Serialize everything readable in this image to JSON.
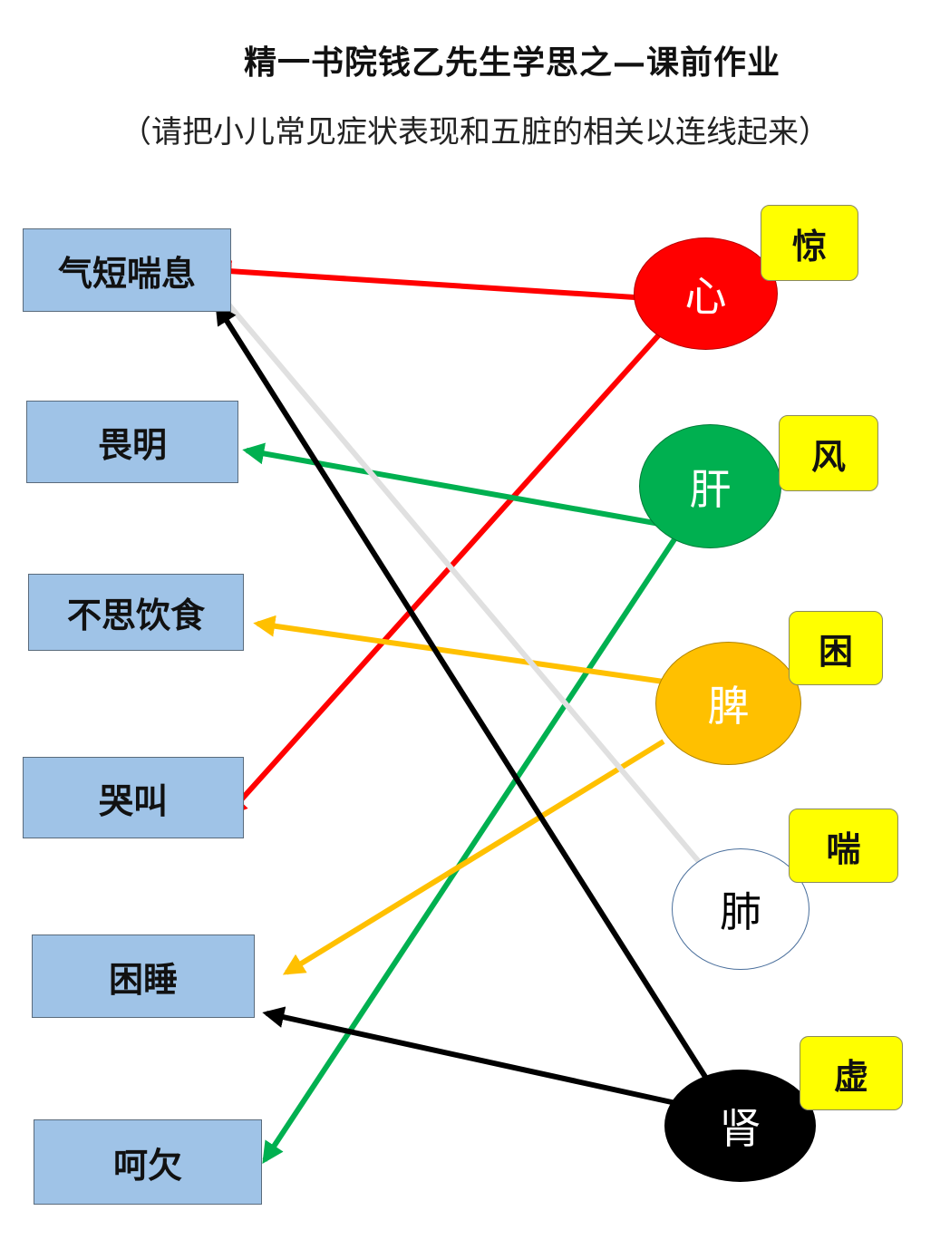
{
  "header": {
    "title": "精一书院钱乙先生学思之—课前作业",
    "subtitle": "（请把小儿常见症状表现和五脏的相关以连线起来）"
  },
  "symptoms": [
    {
      "label": "气短喘息"
    },
    {
      "label": "畏明"
    },
    {
      "label": "不思饮食"
    },
    {
      "label": "哭叫"
    },
    {
      "label": "困睡"
    },
    {
      "label": "呵欠"
    }
  ],
  "organs": [
    {
      "label": "心",
      "color": "#ff0000",
      "tag": "惊"
    },
    {
      "label": "肝",
      "color": "#00b050",
      "tag": "风"
    },
    {
      "label": "脾",
      "color": "#ffc000",
      "tag": "困"
    },
    {
      "label": "肺",
      "color": "#ffffff",
      "tag": "喘"
    },
    {
      "label": "肾",
      "color": "#000000",
      "tag": "虚"
    }
  ],
  "links": [
    {
      "from": "心",
      "to": "气短喘息",
      "color": "#ff0000"
    },
    {
      "from": "心",
      "to": "哭叫",
      "color": "#ff0000"
    },
    {
      "from": "肝",
      "to": "畏明",
      "color": "#00b050"
    },
    {
      "from": "肝",
      "to": "呵欠",
      "color": "#00b050"
    },
    {
      "from": "脾",
      "to": "不思饮食",
      "color": "#ffc000"
    },
    {
      "from": "脾",
      "to": "困睡",
      "color": "#ffc000"
    },
    {
      "from": "肺",
      "to": "气短喘息",
      "color": "#e0e0e0"
    },
    {
      "from": "肾",
      "to": "气短喘息",
      "color": "#000000"
    },
    {
      "from": "肾",
      "to": "困睡",
      "color": "#000000"
    }
  ]
}
